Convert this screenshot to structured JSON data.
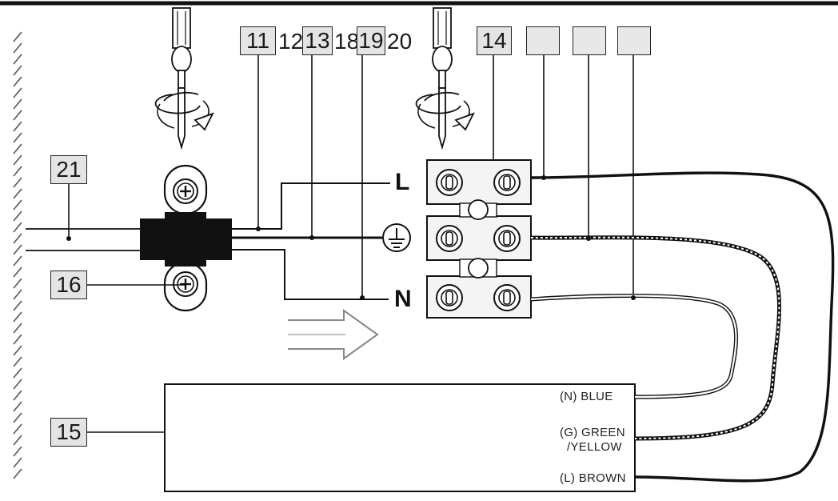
{
  "callouts": {
    "c11": "11",
    "c12": "12",
    "c13": "13",
    "c18": "18",
    "c19": "19",
    "c20": "20",
    "c14": "14",
    "c21": "21",
    "c16": "16",
    "c15": "15"
  },
  "terminals": {
    "live": "L",
    "neutral": "N"
  },
  "wire_labels": {
    "blue": "(N) BLUE",
    "green_yellow_line1": "(G) GREEN",
    "green_yellow_line2": "/YELLOW",
    "brown": "(L) BROWN"
  },
  "colors": {
    "ink": "#111111",
    "box_fill": "#e4e4e4",
    "terminal_fill": "#f2f2f2"
  }
}
